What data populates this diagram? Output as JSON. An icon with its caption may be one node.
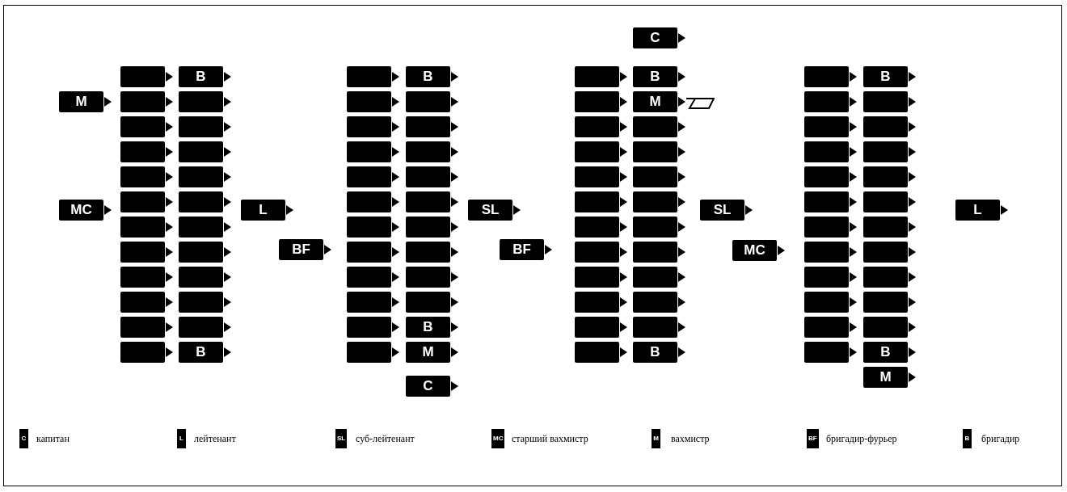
{
  "diagram": {
    "nodes": [
      {
        "text": [
          "M"
        ]
      },
      {
        "text": [
          "MC"
        ]
      },
      {
        "text": [],
        "shape": "box"
      },
      {
        "text": [],
        "shape": "box"
      },
      {
        "text": [],
        "shape": "box"
      },
      {
        "text": [],
        "shape": "box"
      },
      {
        "text": [],
        "shape": "box"
      },
      {
        "text": [],
        "shape": "box"
      },
      {
        "text": [],
        "shape": "box"
      },
      {
        "text": [],
        "shape": "box"
      },
      {
        "text": [],
        "shape": "box"
      },
      {
        "text": [],
        "shape": "box"
      },
      {
        "text": [],
        "shape": "box"
      },
      {
        "text": [],
        "shape": "box"
      },
      {
        "text": [
          "B"
        ]
      },
      {
        "text": [],
        "shape": "box"
      },
      {
        "text": [],
        "shape": "box"
      },
      {
        "text": [],
        "shape": "box"
      },
      {
        "text": [],
        "shape": "box"
      },
      {
        "text": [],
        "shape": "box"
      },
      {
        "text": [],
        "shape": "box"
      },
      {
        "text": [],
        "shape": "box"
      },
      {
        "text": [],
        "shape": "box"
      },
      {
        "text": [],
        "shape": "box"
      },
      {
        "text": [],
        "shape": "box"
      },
      {
        "text": [
          "B"
        ]
      },
      {
        "text": [
          "L"
        ]
      },
      {
        "text": [
          "BF"
        ]
      },
      {
        "text": [],
        "shape": "box"
      },
      {
        "text": [],
        "shape": "box"
      },
      {
        "text": [],
        "shape": "box"
      },
      {
        "text": [],
        "shape": "box"
      },
      {
        "text": [],
        "shape": "box"
      },
      {
        "text": [],
        "shape": "box"
      },
      {
        "text": [],
        "shape": "box"
      },
      {
        "text": [],
        "shape": "box"
      },
      {
        "text": [],
        "shape": "box"
      },
      {
        "text": [],
        "shape": "box"
      },
      {
        "text": [],
        "shape": "box"
      },
      {
        "text": [],
        "shape": "box"
      },
      {
        "text": [
          "B"
        ]
      },
      {
        "text": [],
        "shape": "box"
      },
      {
        "text": [],
        "shape": "box"
      },
      {
        "text": [],
        "shape": "box"
      },
      {
        "text": [],
        "shape": "box"
      },
      {
        "text": [],
        "shape": "box"
      },
      {
        "text": [],
        "shape": "box"
      },
      {
        "text": [],
        "shape": "box"
      },
      {
        "text": [],
        "shape": "box"
      },
      {
        "text": [],
        "shape": "box"
      },
      {
        "text": [
          "B"
        ]
      },
      {
        "text": [
          "M"
        ]
      },
      {
        "text": [
          "C"
        ]
      },
      {
        "text": [
          "SL"
        ]
      },
      {
        "text": [
          "BF"
        ]
      },
      {
        "text": [],
        "shape": "box"
      },
      {
        "text": [],
        "shape": "box"
      },
      {
        "text": [],
        "shape": "box"
      },
      {
        "text": [],
        "shape": "box"
      },
      {
        "text": [],
        "shape": "box"
      },
      {
        "text": [],
        "shape": "box"
      },
      {
        "text": [],
        "shape": "box"
      },
      {
        "text": [],
        "shape": "box"
      },
      {
        "text": [],
        "shape": "box"
      },
      {
        "text": [],
        "shape": "box"
      },
      {
        "text": [],
        "shape": "box"
      },
      {
        "text": [],
        "shape": "box"
      },
      {
        "text": [
          "C"
        ]
      },
      {
        "text": [
          "B"
        ]
      },
      {
        "text": [
          "M"
        ]
      },
      {
        "text": [],
        "shape": "box"
      },
      {
        "text": [],
        "shape": "box"
      },
      {
        "text": [],
        "shape": "box"
      },
      {
        "text": [],
        "shape": "box"
      },
      {
        "text": [],
        "shape": "box"
      },
      {
        "text": [],
        "shape": "box"
      },
      {
        "text": [],
        "shape": "box"
      },
      {
        "text": [],
        "shape": "box"
      },
      {
        "text": [],
        "shape": "box"
      },
      {
        "text": [
          "B"
        ]
      },
      {
        "text": [],
        "shape": "flag"
      },
      {
        "text": [
          "SL"
        ]
      },
      {
        "text": [
          "MC"
        ]
      },
      {
        "text": [],
        "shape": "box"
      },
      {
        "text": [],
        "shape": "box"
      },
      {
        "text": [],
        "shape": "box"
      },
      {
        "text": [],
        "shape": "box"
      },
      {
        "text": [],
        "shape": "box"
      },
      {
        "text": [],
        "shape": "box"
      },
      {
        "text": [],
        "shape": "box"
      },
      {
        "text": [],
        "shape": "box"
      },
      {
        "text": [],
        "shape": "box"
      },
      {
        "text": [],
        "shape": "box"
      },
      {
        "text": [],
        "shape": "box"
      },
      {
        "text": [],
        "shape": "box"
      },
      {
        "text": [
          "B"
        ]
      },
      {
        "text": [],
        "shape": "box"
      },
      {
        "text": [],
        "shape": "box"
      },
      {
        "text": [],
        "shape": "box"
      },
      {
        "text": [],
        "shape": "box"
      },
      {
        "text": [],
        "shape": "box"
      },
      {
        "text": [],
        "shape": "box"
      },
      {
        "text": [],
        "shape": "box"
      },
      {
        "text": [],
        "shape": "box"
      },
      {
        "text": [],
        "shape": "box"
      },
      {
        "text": [],
        "shape": "box"
      },
      {
        "text": [
          "B"
        ]
      },
      {
        "text": [
          "M"
        ]
      },
      {
        "text": [
          "L"
        ]
      }
    ],
    "labels": [
      "C",
      "L",
      "SL",
      "MC",
      "M",
      "BF",
      "B"
    ],
    "legend": [
      {
        "text": "капитан",
        "color": "#000000"
      },
      {
        "text": "лейтенант",
        "color": "#000000"
      },
      {
        "text": "суб-лейтенант",
        "color": "#000000"
      },
      {
        "text": "старший вахмистр",
        "color": "#000000"
      },
      {
        "text": "вахмистр",
        "color": "#000000"
      },
      {
        "text": "бригадир-фурьер",
        "color": "#000000"
      },
      {
        "text": "бригадир",
        "color": "#000000"
      }
    ]
  }
}
